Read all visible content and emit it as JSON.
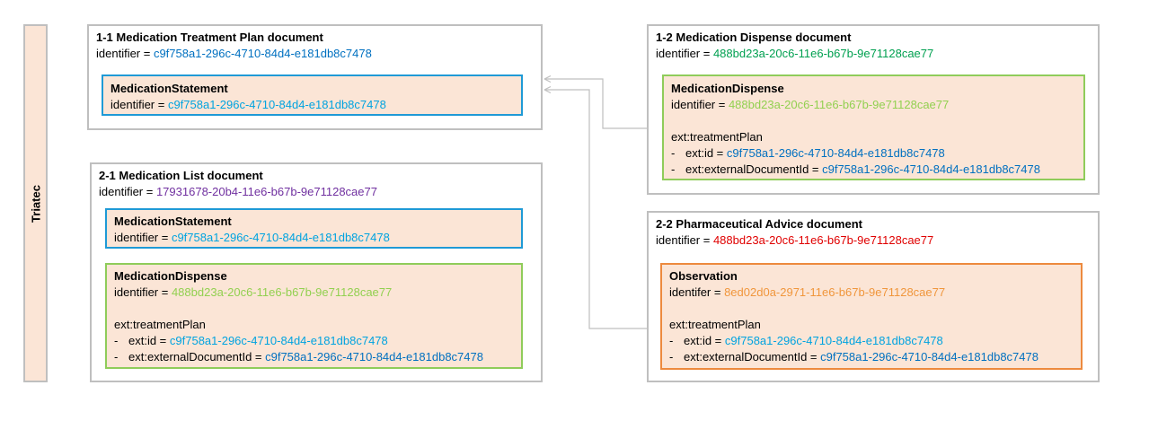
{
  "lane": {
    "label": "Triatec"
  },
  "identifier_prefix": "identifier = ",
  "identifer_prefix": "identifer = ",
  "doc_1_1": {
    "title": "1-1 Medication Treatment Plan document",
    "identifier": "c9f758a1-296c-4710-84d4-e181db8c7478",
    "statement": {
      "title": "MedicationStatement",
      "identifier": "c9f758a1-296c-4710-84d4-e181db8c7478"
    }
  },
  "doc_1_2": {
    "title": "1-2 Medication Dispense document",
    "identifier": "488bd23a-20c6-11e6-b67b-9e71128cae77",
    "dispense": {
      "title": "MedicationDispense",
      "identifier": "488bd23a-20c6-11e6-b67b-9e71128cae77",
      "ext_label": "ext:treatmentPlan",
      "ext_id_label": "ext:id = ",
      "ext_id": "c9f758a1-296c-4710-84d4-e181db8c7478",
      "ext_doc_label": "ext:externalDocumentId = ",
      "ext_doc": "c9f758a1-296c-4710-84d4-e181db8c7478"
    }
  },
  "doc_2_1": {
    "title": "2-1 Medication List document",
    "identifier": "17931678-20b4-11e6-b67b-9e71128cae77",
    "statement": {
      "title": "MedicationStatement",
      "identifier": "c9f758a1-296c-4710-84d4-e181db8c7478"
    },
    "dispense": {
      "title": "MedicationDispense",
      "identifier": "488bd23a-20c6-11e6-b67b-9e71128cae77",
      "ext_label": "ext:treatmentPlan",
      "ext_id_label": "ext:id = ",
      "ext_id": "c9f758a1-296c-4710-84d4-e181db8c7478",
      "ext_doc_label": "ext:externalDocumentId = ",
      "ext_doc": "c9f758a1-296c-4710-84d4-e181db8c7478"
    }
  },
  "doc_2_2": {
    "title": "2-2 Pharmaceutical Advice document",
    "identifier": "488bd23a-20c6-11e6-b67b-9e71128cae77",
    "observation": {
      "title": "Observation",
      "identifier": "8ed02d0a-2971-11e6-b67b-9e71128cae77",
      "ext_label": "ext:treatmentPlan",
      "ext_id_label": "ext:id = ",
      "ext_id": "c9f758a1-296c-4710-84d4-e181db8c7478",
      "ext_doc_label": "ext:externalDocumentId = ",
      "ext_doc": "c9f758a1-296c-4710-84d4-e181db8c7478"
    }
  },
  "list_dash": "-",
  "colors": {
    "doc_border": "#bfbfbf",
    "inner_fill": "#fbe5d6",
    "statement_border": "#1f9ad6",
    "dispense_border": "#8fcc5a",
    "observation_border": "#ed8a3e",
    "connector": "#bfbfbf"
  }
}
